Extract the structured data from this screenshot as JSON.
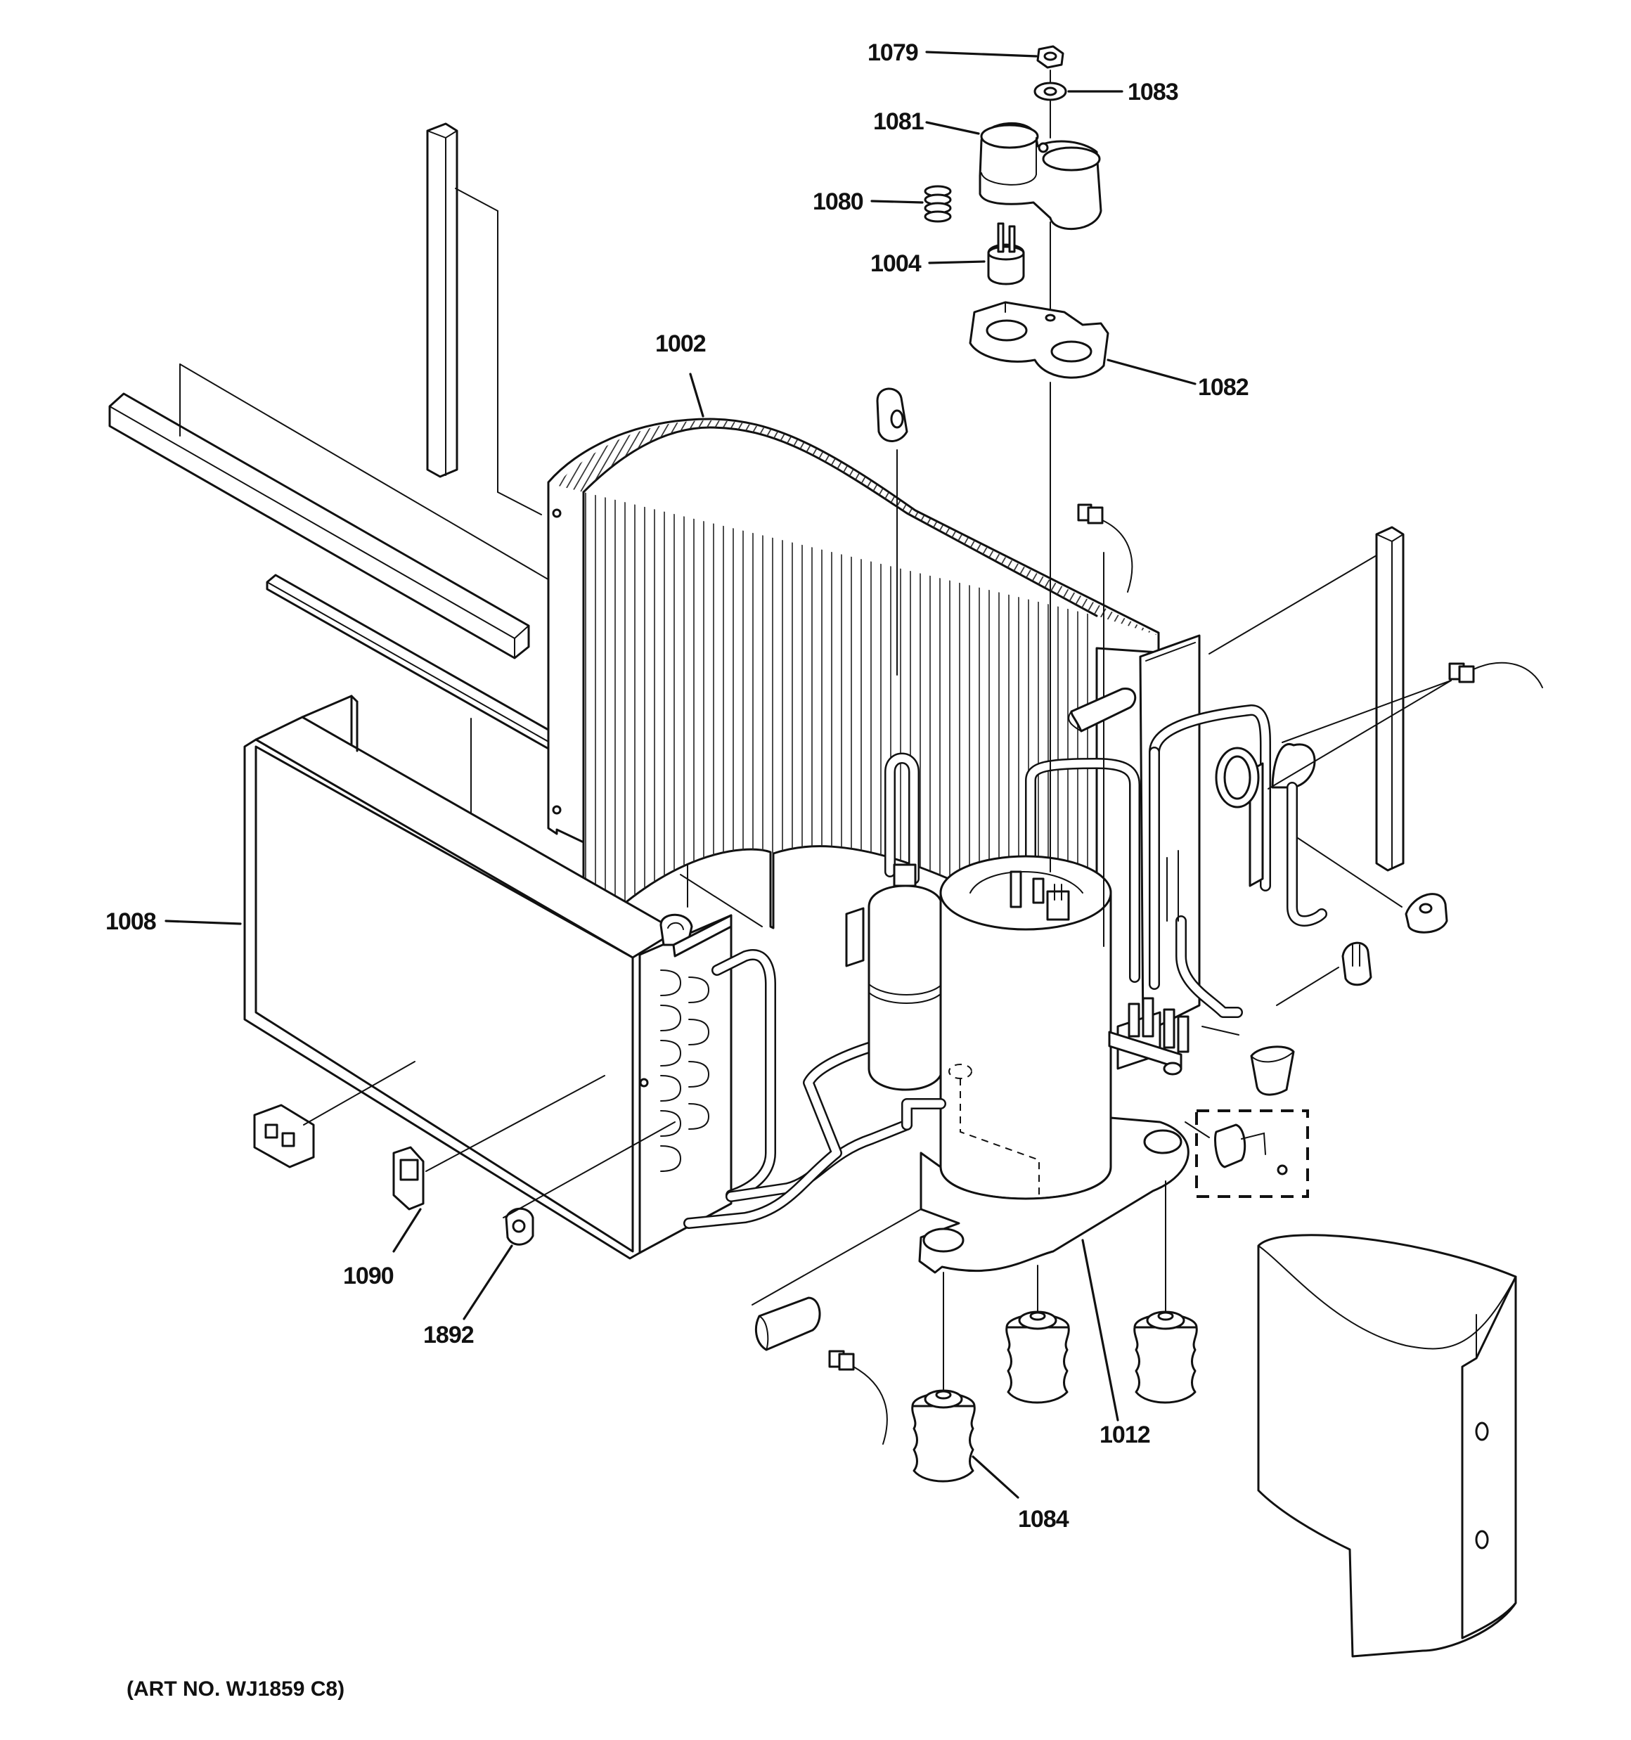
{
  "diagram": {
    "art_number": "(ART NO. WJ1859 C8)",
    "parts": [
      {
        "id": "1079",
        "label": "1079"
      },
      {
        "id": "1083",
        "label": "1083"
      },
      {
        "id": "1081",
        "label": "1081"
      },
      {
        "id": "1080",
        "label": "1080"
      },
      {
        "id": "1004",
        "label": "1004"
      },
      {
        "id": "1082",
        "label": "1082"
      },
      {
        "id": "1002",
        "label": "1002"
      },
      {
        "id": "1008",
        "label": "1008"
      },
      {
        "id": "1090",
        "label": "1090"
      },
      {
        "id": "1892",
        "label": "1892"
      },
      {
        "id": "1012",
        "label": "1012"
      },
      {
        "id": "1084",
        "label": "1084"
      }
    ]
  }
}
